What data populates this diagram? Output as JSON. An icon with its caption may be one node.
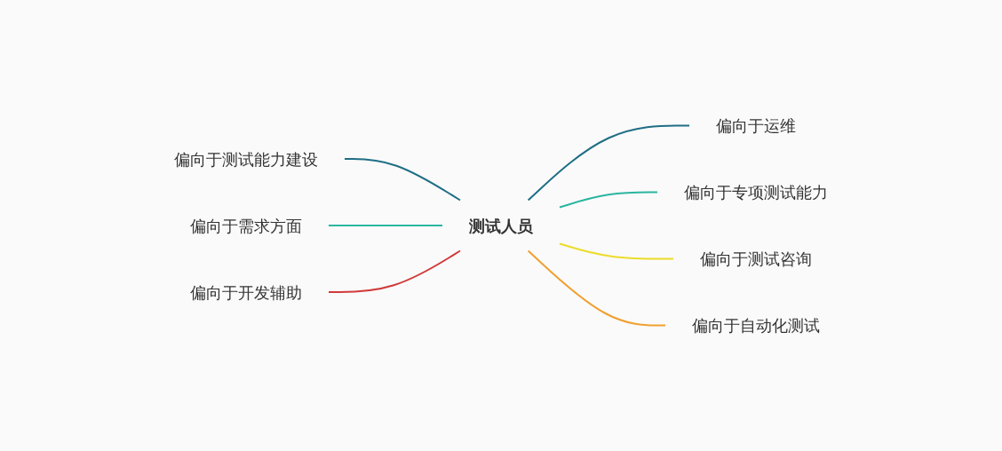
{
  "diagram": {
    "nodes": [
      {
        "text": [
          "测试人员"
        ]
      },
      {
        "text": [
          "偏向于测试能力建设"
        ]
      },
      {
        "text": [
          "偏向于运维"
        ]
      },
      {
        "text": [
          "偏向于专项测试能力"
        ]
      },
      {
        "text": [
          "偏向于需求方面"
        ]
      },
      {
        "text": [
          "偏向于测试咨询"
        ]
      },
      {
        "text": [
          "偏向于开发辅助"
        ]
      },
      {
        "text": [
          "偏向于自动化测试"
        ]
      }
    ],
    "edges": [
      {
        "from": 1,
        "to": 0,
        "arrow": "none",
        "color": "#1f6e85"
      },
      {
        "from": 0,
        "to": 2,
        "arrow": "none",
        "color": "#1f6e85"
      },
      {
        "from": 0,
        "to": 3,
        "arrow": "none",
        "color": "#2bb5a0"
      },
      {
        "from": 4,
        "to": 0,
        "arrow": "none",
        "color": "#2bb5a0"
      },
      {
        "from": 0,
        "to": 5,
        "arrow": "none",
        "color": "#ecdc2a"
      },
      {
        "from": 6,
        "to": 0,
        "arrow": "none",
        "color": "#d03a3a"
      },
      {
        "from": 0,
        "to": 7,
        "arrow": "none",
        "color": "#f0a030"
      }
    ]
  }
}
